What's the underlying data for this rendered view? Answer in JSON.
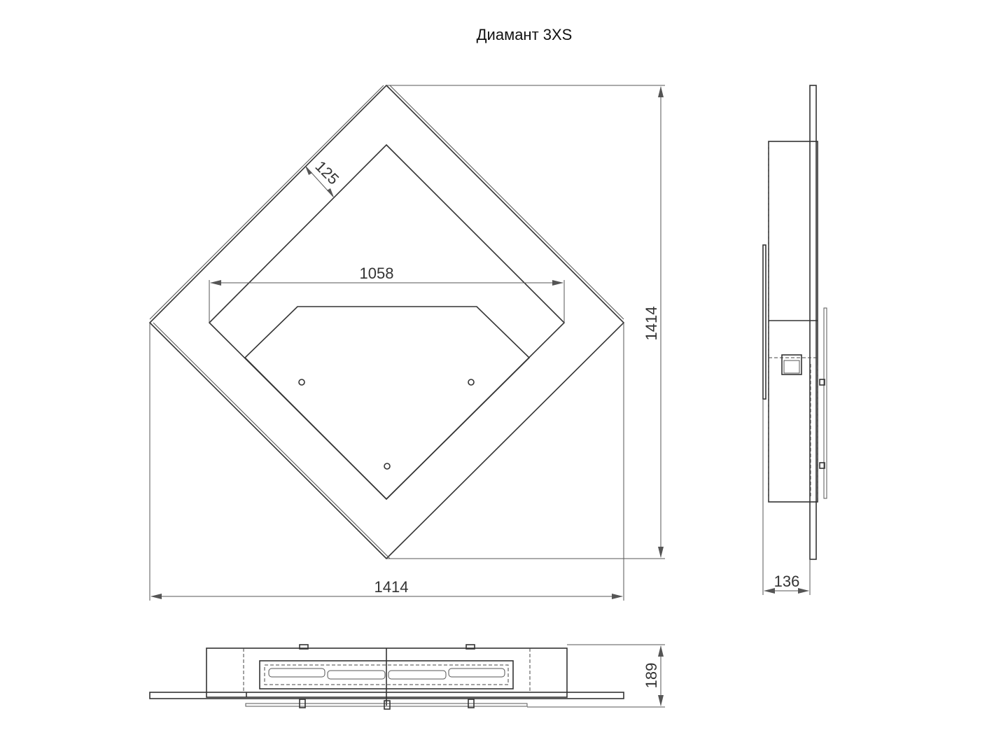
{
  "drawing": {
    "title": "Диамант 3XS",
    "dimensions": {
      "frame_width": "1414",
      "frame_height": "1414",
      "inner_width": "1058",
      "border_width": "125",
      "side_depth": "136",
      "bottom_depth": "189"
    },
    "colors": {
      "line": "#333333",
      "dimension": "#555555",
      "background": "#ffffff"
    }
  }
}
